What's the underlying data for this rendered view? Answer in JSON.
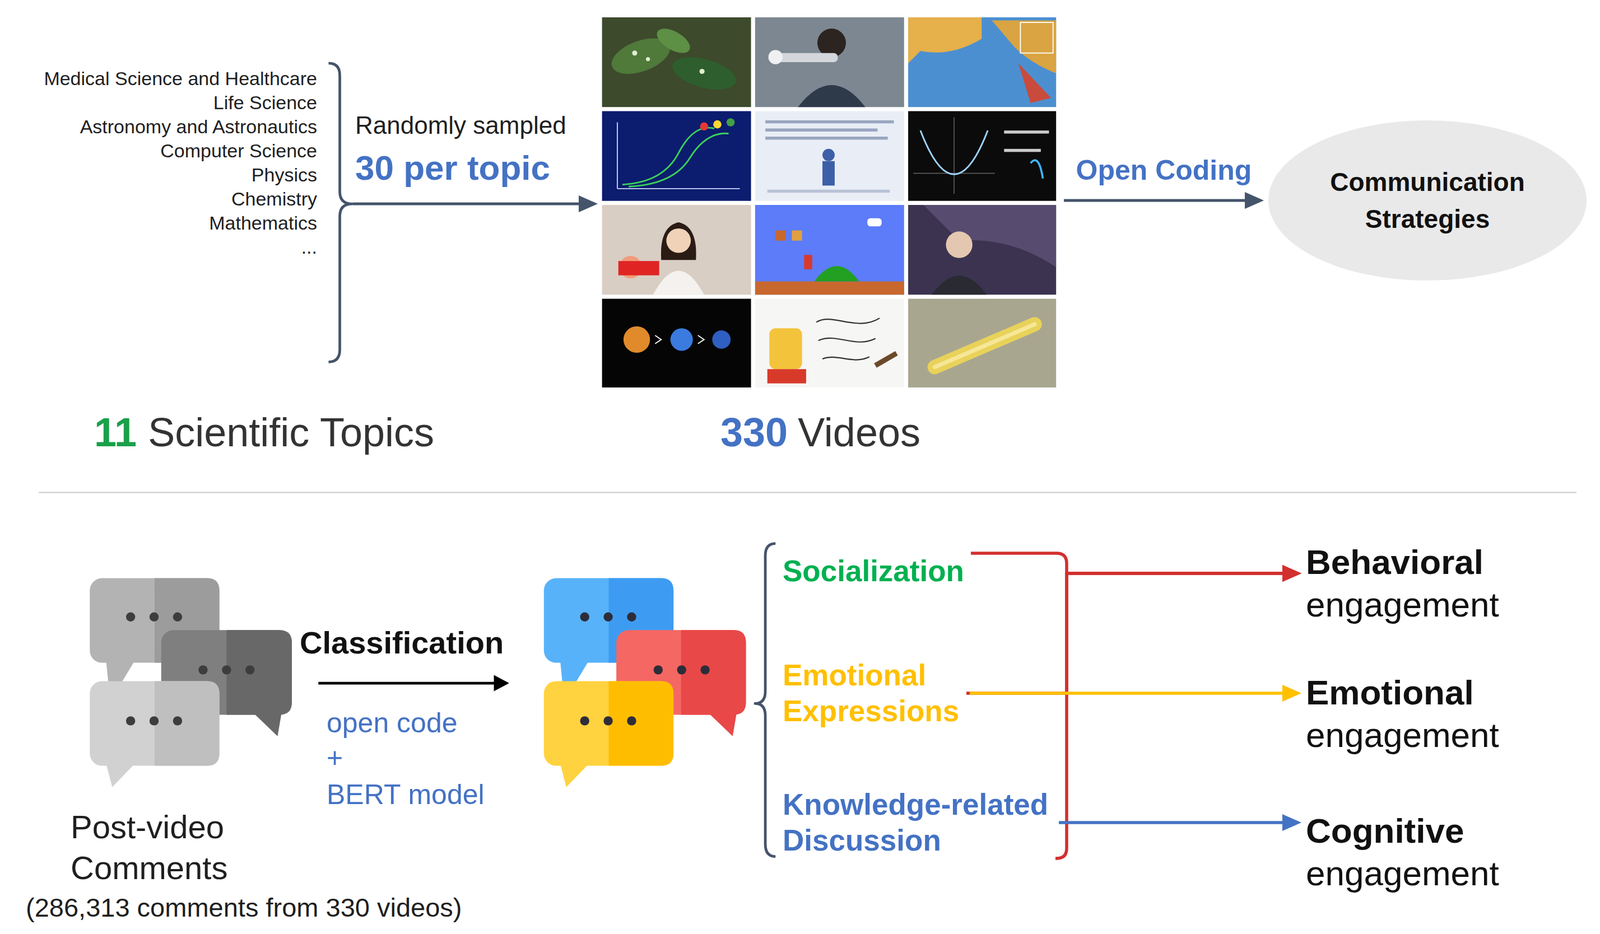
{
  "diagram": {
    "nodes": [
      {
        "text": [
          "Medical Science and Healthcare",
          "Life Science",
          "Astronomy and Astronautics",
          "Computer Science",
          "Physics",
          "Chemistry",
          "Mathematics",
          "...",
          "11",
          "Scientific Topics"
        ]
      },
      {
        "text": [
          "330",
          "Videos"
        ]
      },
      {
        "text": [
          "Communication Strategies"
        ]
      },
      {
        "text": [
          "Post-video Comments",
          "(286,313 comments from 330 videos)"
        ]
      },
      {
        "text": [
          "Socialization"
        ]
      },
      {
        "text": [
          "Emotional Expressions"
        ]
      },
      {
        "text": [
          "Knowledge-related Discussion"
        ]
      },
      {
        "text": [
          "Behavioral",
          "engagement"
        ]
      },
      {
        "text": [
          "Emotional",
          "engagement"
        ]
      },
      {
        "text": [
          "Cognitive",
          "engagement"
        ]
      }
    ],
    "edges": [
      {
        "from": 0,
        "to": 1,
        "arrow": "to"
      },
      {
        "from": 1,
        "to": 2,
        "label": "Open Coding",
        "arrow": "to"
      },
      {
        "from": 4,
        "to": 7,
        "arrow": "to"
      },
      {
        "from": 5,
        "to": 7,
        "arrow": "to"
      },
      {
        "from": 6,
        "to": 7,
        "arrow": "to"
      },
      {
        "from": 5,
        "to": 8,
        "arrow": "to"
      },
      {
        "from": 6,
        "to": 9,
        "arrow": "to"
      }
    ],
    "labels": [
      "Randomly sampled",
      "30 per topic",
      "Classification",
      "open code",
      "+",
      "BERT model"
    ]
  }
}
